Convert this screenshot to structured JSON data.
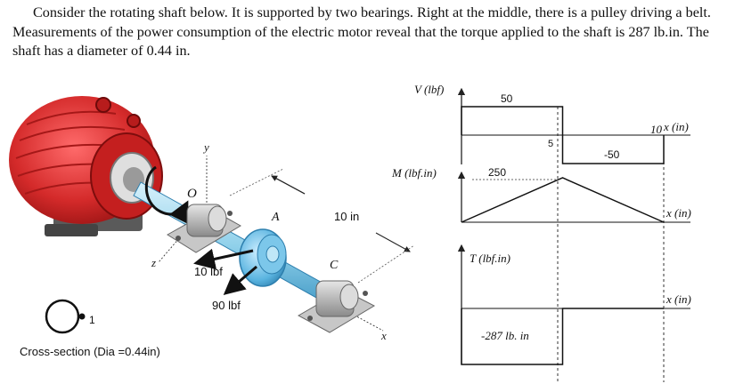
{
  "problem_text": "Consider the rotating shaft below. It is supported by two bearings. Right at the middle, there is a pulley driving a belt. Measurements of the power consumption of the electric motor reveal that the torque applied to the shaft is 287 lb.in. The shaft has a diameter of 0.44 in.",
  "figure": {
    "axis_y": "y",
    "axis_z": "z",
    "axis_x": "x",
    "point_o": "O",
    "point_a": "A",
    "point_c": "C",
    "length_label": "10 in",
    "force_1": "10 lbf",
    "force_2": "90 lbf",
    "cross_section_number": "1",
    "cross_section_label": "Cross-section (Dia =0.44in)"
  },
  "diagrams": {
    "shear": {
      "ylabel": "V (lbf)",
      "xlabel": "x (in)",
      "x_end": "10",
      "peak_label": "50",
      "mid_label": "5",
      "neg_label": "-50",
      "values": [
        [
          0,
          50
        ],
        [
          5,
          50
        ],
        [
          5,
          -50
        ],
        [
          10,
          -50
        ]
      ]
    },
    "moment": {
      "ylabel": "M (lbf.in)",
      "xlabel": "x (in)",
      "peak_label": "250",
      "values": [
        [
          0,
          0
        ],
        [
          5,
          250
        ],
        [
          10,
          0
        ]
      ]
    },
    "torque": {
      "ylabel": "T (lbf.in)",
      "xlabel": "x (in)",
      "value_label": "-287 lb. in",
      "values": [
        [
          0,
          -287
        ],
        [
          5,
          -287
        ],
        [
          5,
          0
        ],
        [
          10,
          0
        ]
      ]
    }
  },
  "colors": {
    "motor_red": "#d42a2a",
    "shaft_blue": "#8fd0ea",
    "pulley_blue": "#5ab4e0",
    "bearing_gray": "#b9b9b9"
  }
}
